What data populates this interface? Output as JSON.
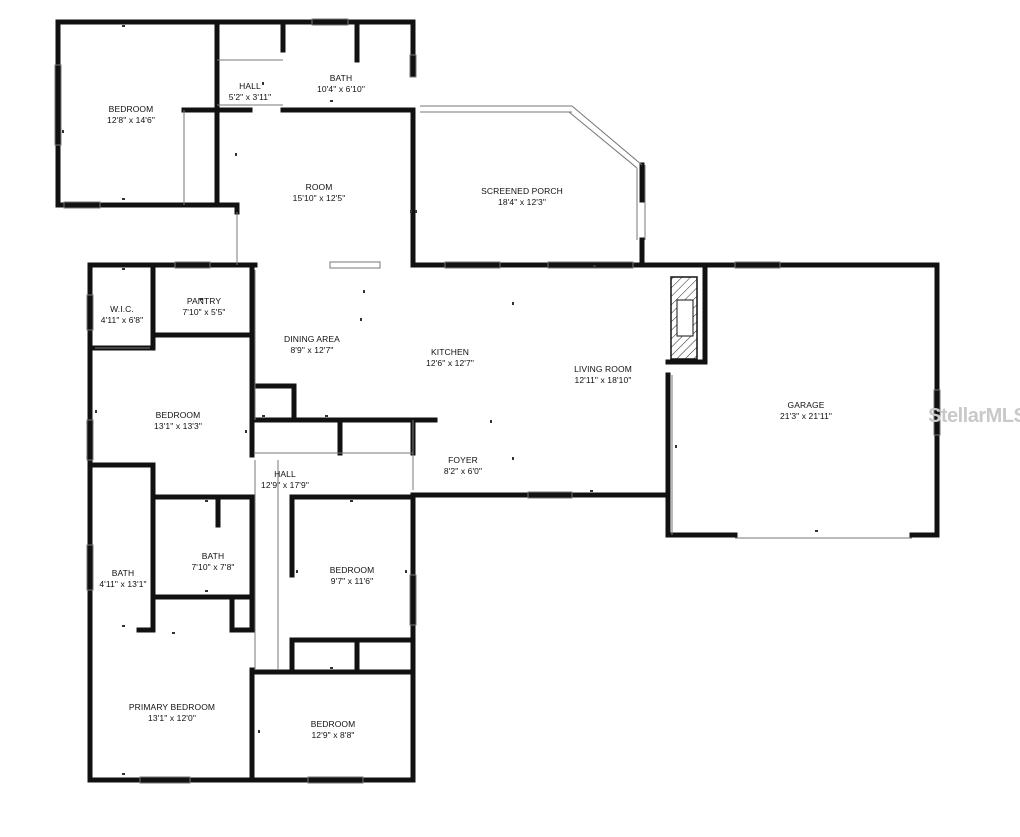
{
  "rooms": [
    {
      "id": "bedroom-ne",
      "name": "BEDROOM",
      "dims": "12'8\" x 14'6\""
    },
    {
      "id": "hall-top",
      "name": "HALL",
      "dims": "5'2\" x 3'11\""
    },
    {
      "id": "bath-top",
      "name": "BATH",
      "dims": "10'4\" x 6'10\""
    },
    {
      "id": "room",
      "name": "ROOM",
      "dims": "15'10\" x 12'5\""
    },
    {
      "id": "screened-porch",
      "name": "SCREENED PORCH",
      "dims": "18'4\" x 12'3\""
    },
    {
      "id": "wic",
      "name": "W.I.C.",
      "dims": "4'11\" x 6'8\""
    },
    {
      "id": "pantry",
      "name": "PANTRY",
      "dims": "7'10\" x 5'5\""
    },
    {
      "id": "dining-area",
      "name": "DINING AREA",
      "dims": "8'9\" x 12'7\""
    },
    {
      "id": "kitchen",
      "name": "KITCHEN",
      "dims": "12'6\" x 12'7\""
    },
    {
      "id": "living-room",
      "name": "LIVING ROOM",
      "dims": "12'11\" x 18'10\""
    },
    {
      "id": "garage",
      "name": "GARAGE",
      "dims": "21'3\" x 21'11\""
    },
    {
      "id": "bedroom-west",
      "name": "BEDROOM",
      "dims": "13'1\" x 13'3\""
    },
    {
      "id": "hall-main",
      "name": "HALL",
      "dims": "12'9\" x 17'9\""
    },
    {
      "id": "foyer",
      "name": "FOYER",
      "dims": "8'2\" x 6'0\""
    },
    {
      "id": "bath-primary",
      "name": "BATH",
      "dims": "4'11\" x 13'1\""
    },
    {
      "id": "bath-hall",
      "name": "BATH",
      "dims": "7'10\" x 7'8\""
    },
    {
      "id": "bedroom-center",
      "name": "BEDROOM",
      "dims": "9'7\" x 11'6\""
    },
    {
      "id": "primary-bedroom",
      "name": "PRIMARY BEDROOM",
      "dims": "13'1\" x 12'0\""
    },
    {
      "id": "bedroom-south",
      "name": "BEDROOM",
      "dims": "12'9\" x 8'8\""
    }
  ],
  "watermark": "StellarMLS"
}
